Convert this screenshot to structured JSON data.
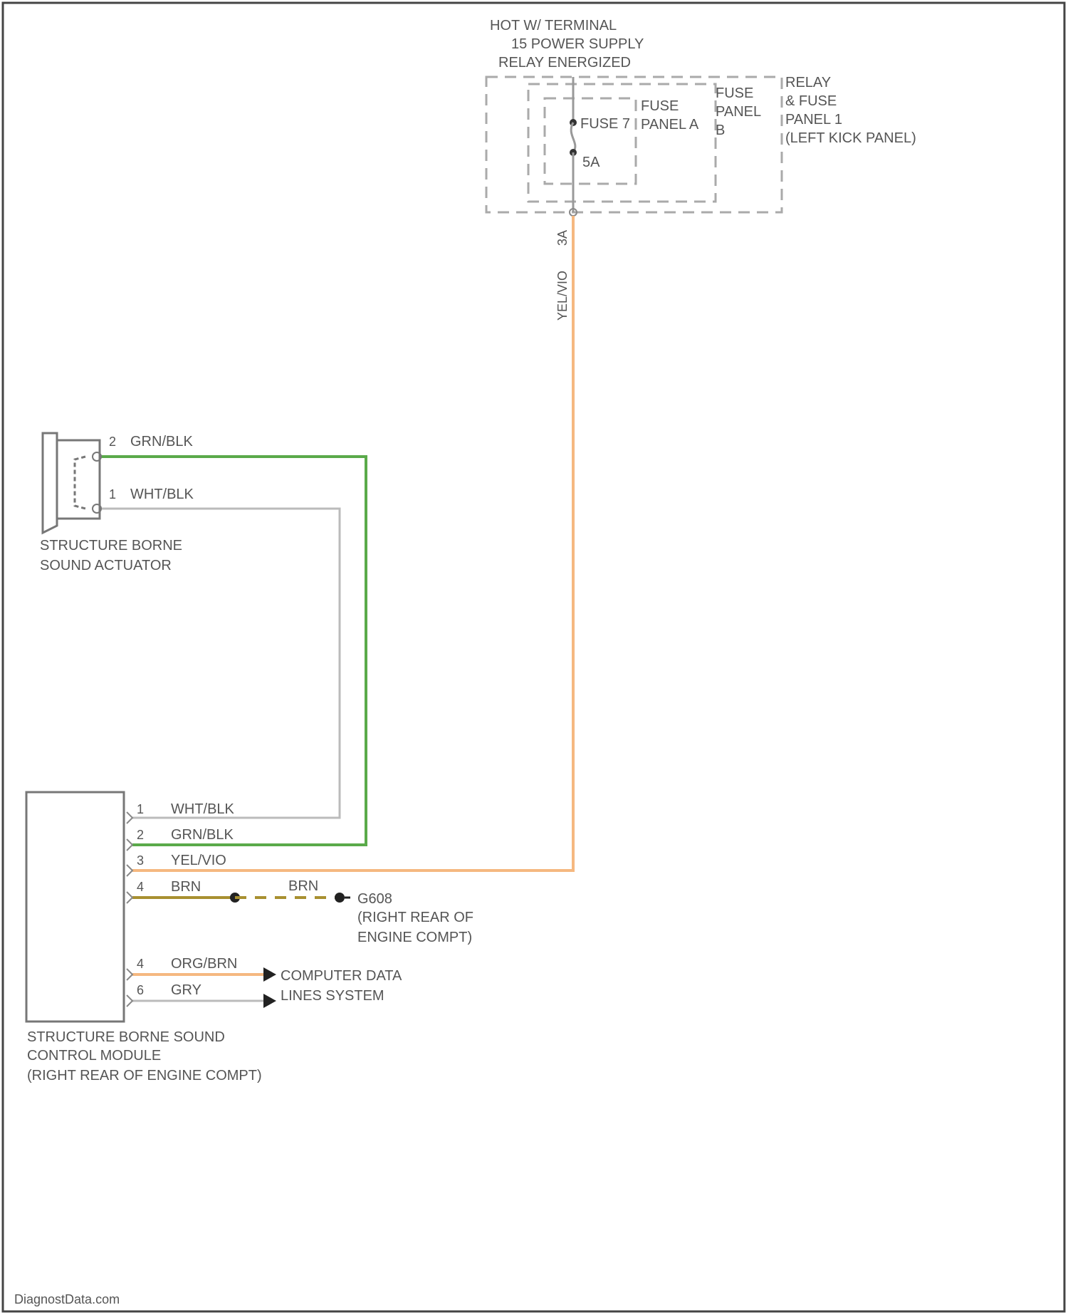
{
  "power": {
    "line1": "HOT W/ TERMINAL",
    "line2": "15 POWER SUPPLY",
    "line3": "RELAY ENERGIZED"
  },
  "relay_panel": {
    "line1": "RELAY",
    "line2": "& FUSE",
    "line3": "PANEL 1",
    "line4": "(LEFT KICK PANEL)"
  },
  "fuse_panel_b": {
    "line1": "FUSE",
    "line2": "PANEL",
    "line3": "B"
  },
  "fuse_panel_a": {
    "line1": "FUSE",
    "line2": "PANEL A"
  },
  "fuse": {
    "name": "FUSE 7",
    "rating": "5A"
  },
  "feed_wire": {
    "pin": "3A",
    "color_label": "YEL/VIO"
  },
  "actuator": {
    "name_line1": "STRUCTURE BORNE",
    "name_line2": "SOUND ACTUATOR",
    "pins": [
      {
        "pin": "2",
        "wire": "GRN/BLK"
      },
      {
        "pin": "1",
        "wire": "WHT/BLK"
      }
    ]
  },
  "module": {
    "name_line1": "STRUCTURE BORNE SOUND",
    "name_line2": "CONTROL MODULE",
    "name_line3": "(RIGHT REAR OF ENGINE COMPT)",
    "pins": [
      {
        "pin": "1",
        "wire": "WHT/BLK"
      },
      {
        "pin": "2",
        "wire": "GRN/BLK"
      },
      {
        "pin": "3",
        "wire": "YEL/VIO"
      },
      {
        "pin": "4",
        "wire": "BRN"
      },
      {
        "pin": "4",
        "wire": "ORG/BRN"
      },
      {
        "pin": "6",
        "wire": "GRY"
      }
    ]
  },
  "ground": {
    "wire": "BRN",
    "name": "G608",
    "loc_line1": "(RIGHT REAR OF",
    "loc_line2": "ENGINE COMPT)"
  },
  "data_lines": {
    "line1": "COMPUTER DATA",
    "line2": "LINES SYSTEM"
  },
  "watermark": "DiagnostData.com",
  "colors": {
    "green": "#5aaa4a",
    "gray": "#bbbbbb",
    "orange": "#f5b880",
    "brown": "#a89030",
    "dashed": "#aaaaaa",
    "text": "#555555"
  }
}
